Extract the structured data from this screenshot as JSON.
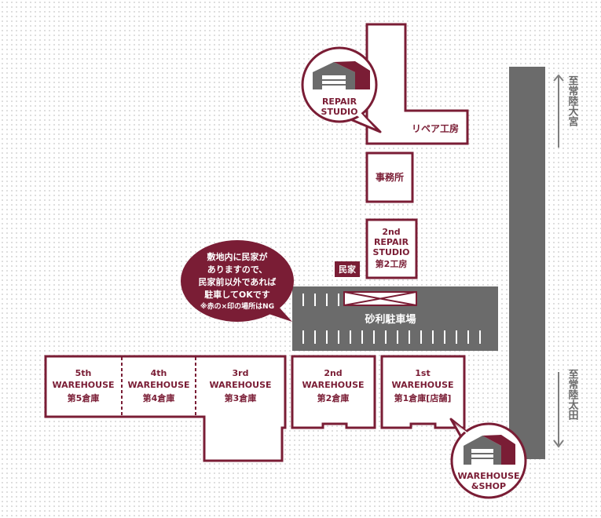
{
  "colors": {
    "maroon": "#7a1d35",
    "dark_gray": "#6b6b6b",
    "mid_gray": "#808080",
    "fill": "#ffffff"
  },
  "icons": [
    "warehouse-icon",
    "double-arrow-icon"
  ],
  "directions": {
    "north": "至常陸大宮",
    "south": "至常陸太田"
  },
  "repair_studio": {
    "callout_lines": [
      "REPAIR",
      "STUDIO"
    ],
    "building_label": "リペア工房"
  },
  "office": {
    "label": "事務所"
  },
  "second_repair": {
    "lines": [
      "2nd",
      "REPAIR",
      "STUDIO",
      "第2工房"
    ]
  },
  "private_house": {
    "label": "民家"
  },
  "notice": {
    "lines": [
      "敷地内に民家が",
      "ありますので、",
      "民家前以外であれば",
      "駐車してOKです"
    ],
    "footnote": "※赤の×印の場所はNG"
  },
  "parking": {
    "label": "砂利駐車場"
  },
  "warehouses": [
    {
      "id": "5th",
      "en": "5th",
      "en2": "WAREHOUSE",
      "jp": "第5倉庫"
    },
    {
      "id": "4th",
      "en": "4th",
      "en2": "WAREHOUSE",
      "jp": "第4倉庫"
    },
    {
      "id": "3rd",
      "en": "3rd",
      "en2": "WAREHOUSE",
      "jp": "第3倉庫"
    },
    {
      "id": "2nd",
      "en": "2nd",
      "en2": "WAREHOUSE",
      "jp": "第2倉庫"
    },
    {
      "id": "1st",
      "en": "1st",
      "en2": "WAREHOUSE",
      "jp": "第1倉庫[店舗]"
    }
  ],
  "shop_callout": {
    "lines": [
      "WAREHOUSE",
      "&SHOP"
    ]
  }
}
